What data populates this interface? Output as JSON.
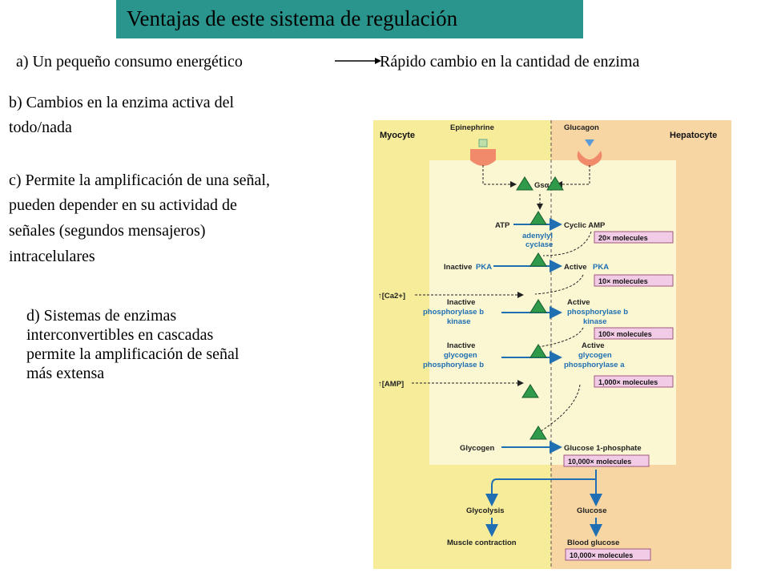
{
  "title": "Ventajas de este sistema de regulación",
  "points": {
    "a_left": "a) Un pequeño consumo energético",
    "a_right": "Rápido cambio en la cantidad de enzima",
    "b_lines": [
      "b) Cambios en la enzima activa del",
      "todo/nada"
    ],
    "c_lines": [
      "c) Permite la amplificación de una señal,",
      "pueden depender en su actividad de",
      "señales (segundos mensajeros)",
      "intracelulares"
    ],
    "d_lines": [
      "d) Sistemas de enzimas",
      "interconvertibles en cascadas",
      "permite la amplificación de señal",
      "más extensa"
    ]
  },
  "figure": {
    "left_cell": "Myocyte",
    "right_cell": "Hepatocyte",
    "epinephrine": "Epinephrine",
    "glucagon": "Glucagon",
    "gs_alpha": "Gsα",
    "atp": "ATP",
    "cyclic_amp": "Cyclic AMP",
    "adenylyl": "adenylyl",
    "cyclase": "cyclase",
    "m_20": "20× molecules",
    "inactive_pka": "Inactive",
    "pka1": "PKA",
    "active_pka": "Active",
    "pka2": "PKA",
    "m_10": "10× molecules",
    "ca": "↑[Ca2+]",
    "inactive": "Inactive",
    "phos_b": "phosphorylase b",
    "kinase": "kinase",
    "active": "Active",
    "m_100": "100× molecules",
    "glycogen_word": "glycogen",
    "phos_a": "phosphorylase a",
    "m_1000": "1,000× molecules",
    "amp": "↑[AMP]",
    "glycogen": "Glycogen",
    "glucose_1p": "Glucose 1-phosphate",
    "m_10000": "10,000× molecules",
    "glycolysis": "Glycolysis",
    "glucose": "Glucose",
    "muscle": "Muscle contraction",
    "blood_glucose": "Blood glucose",
    "m_10000b": "10,000× molecules"
  },
  "colors": {
    "title_bg": "#2a958d",
    "myocyte_bg": "#f7ec9a",
    "hepatocyte_bg": "#f8d6a4",
    "inner_bg": "#fbf7d2",
    "arrow_blue": "#1f6fb2",
    "molecules_bg": "#f2cbe6",
    "triangle_green": "#2e9a4a"
  }
}
